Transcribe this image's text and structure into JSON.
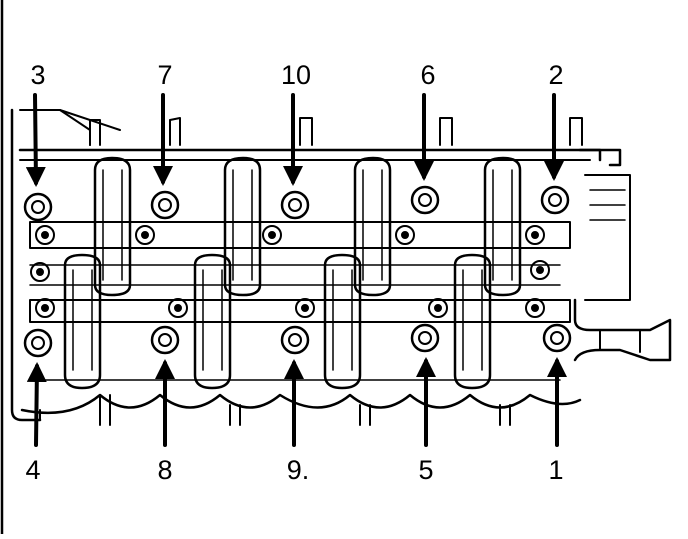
{
  "diagram": {
    "top_labels": [
      "3",
      "7",
      "10",
      "6",
      "2"
    ],
    "bottom_labels": [
      "4",
      "8",
      "9.",
      "5",
      "1"
    ]
  }
}
